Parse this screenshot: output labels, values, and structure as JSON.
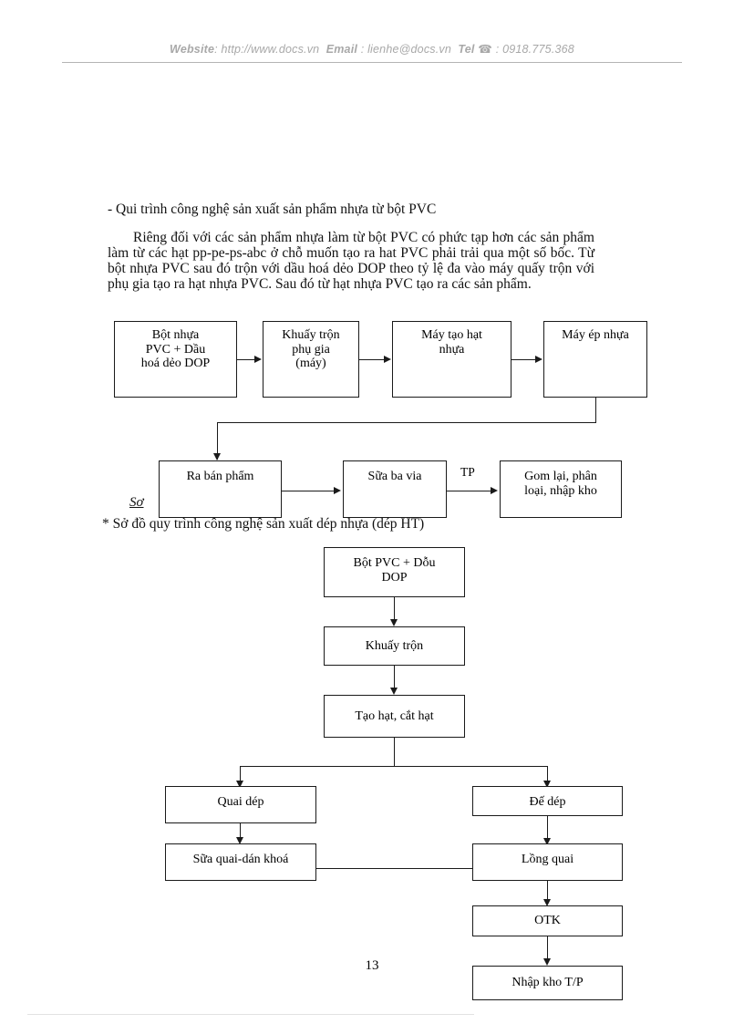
{
  "header": {
    "website_label": "Website",
    "website_sep": ": ",
    "website_value": "http://www.docs.vn",
    "email_label": "Email",
    "email_sep": " : ",
    "email_value": "lienhe@docs.vn",
    "tel_label": "Tel",
    "tel_icon": "telephone-icon",
    "tel_glyph": "☎",
    "tel_sep": " : ",
    "tel_value": "0918.775.368"
  },
  "body": {
    "intro_line": "- Qui trình công nghệ sản xuất sản phẩm nhựa từ bột PVC",
    "intro_paragraph": "Riêng đối với các sản phẩm nhựa làm từ bột PVC có phức tạp hơn các sản phẩm làm từ các hạt pp-pe-ps-abc ở chỗ muốn tạo ra hat PVC phải trải qua một số bốc.  Từ bột nhựa PVC sau đó trộn với dầu hoá dẻo DOP theo tỷ lệ đa  vào máy quấy trộn với phụ gia tạo ra hạt nhựa PVC. Sau đó từ hạt nhựa PVC tạo ra các sản phẩm.",
    "so_fragment": "Sơ",
    "chart2_caption": "* Sở đồ quy trình công nghệ sản xuất dép nhựa (dép HT)",
    "page_number": "13"
  },
  "flowchart1": {
    "nodes": [
      {
        "id": "bot-nhua",
        "text": "Bột nhựa\nPVC + Dầu\nhoá dẻo DOP"
      },
      {
        "id": "khuay-tron",
        "text": "Khuấy trộn\nphụ gia\n(máy)"
      },
      {
        "id": "may-tao-hat",
        "text": "Máy tạo hạt\nnhựa"
      },
      {
        "id": "may-ep-nhua",
        "text": "Máy ép nhựa"
      },
      {
        "id": "ra-ban-pham",
        "text": "Ra bán phẩm"
      },
      {
        "id": "sua-ba-via",
        "text": "Sữa ba via"
      },
      {
        "id": "gom-lai",
        "text": "Gom lại, phân\nloại, nhập kho"
      }
    ],
    "edge_labels": [
      {
        "id": "tp",
        "text": "TP"
      }
    ]
  },
  "flowchart2": {
    "nodes": [
      {
        "id": "bot-pvc-dop",
        "text": "Bột PVC + Dỗu\nDOP"
      },
      {
        "id": "khuay-tron-2",
        "text": "Khuấy trộn"
      },
      {
        "id": "tao-hat-cat-hat",
        "text": "Tạo hạt, cắt hạt"
      },
      {
        "id": "quai-dep",
        "text": "Quai dép"
      },
      {
        "id": "de-dep",
        "text": "Đế dép"
      },
      {
        "id": "sua-quai",
        "text": "Sữa quai-dán khoá"
      },
      {
        "id": "long-quai",
        "text": "Lồng quai"
      },
      {
        "id": "otk",
        "text": "OTK"
      },
      {
        "id": "nhap-kho",
        "text": "Nhập kho T/P"
      }
    ]
  },
  "colors": {
    "ink": "#1a1a1a",
    "header_gray": "#a8a8a8",
    "page_background": "#ffffff"
  }
}
